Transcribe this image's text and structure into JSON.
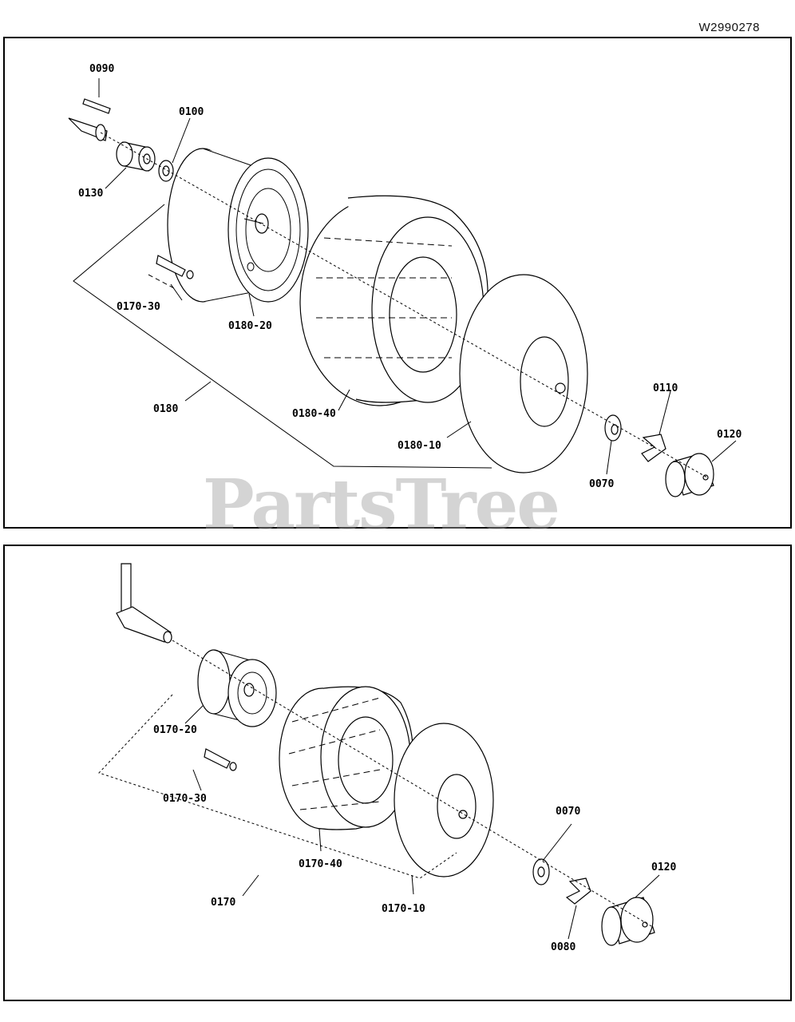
{
  "diagram_ref": "W2990278",
  "watermark": "PartsTree",
  "top_panel": {
    "labels": {
      "p0090": "0090",
      "p0100": "0100",
      "p0130": "0130",
      "p0170_30": "0170-30",
      "p0180_20": "0180-20",
      "p0180": "0180",
      "p0180_40": "0180-40",
      "p0180_10": "0180-10",
      "p0110": "0110",
      "p0120": "0120",
      "p0070": "0070"
    }
  },
  "bottom_panel": {
    "labels": {
      "p0170_20": "0170-20",
      "p0170_30": "0170-30",
      "p0170_40": "0170-40",
      "p0170": "0170",
      "p0170_10": "0170-10",
      "p0070": "0070",
      "p0120": "0120",
      "p0080": "0080"
    }
  }
}
